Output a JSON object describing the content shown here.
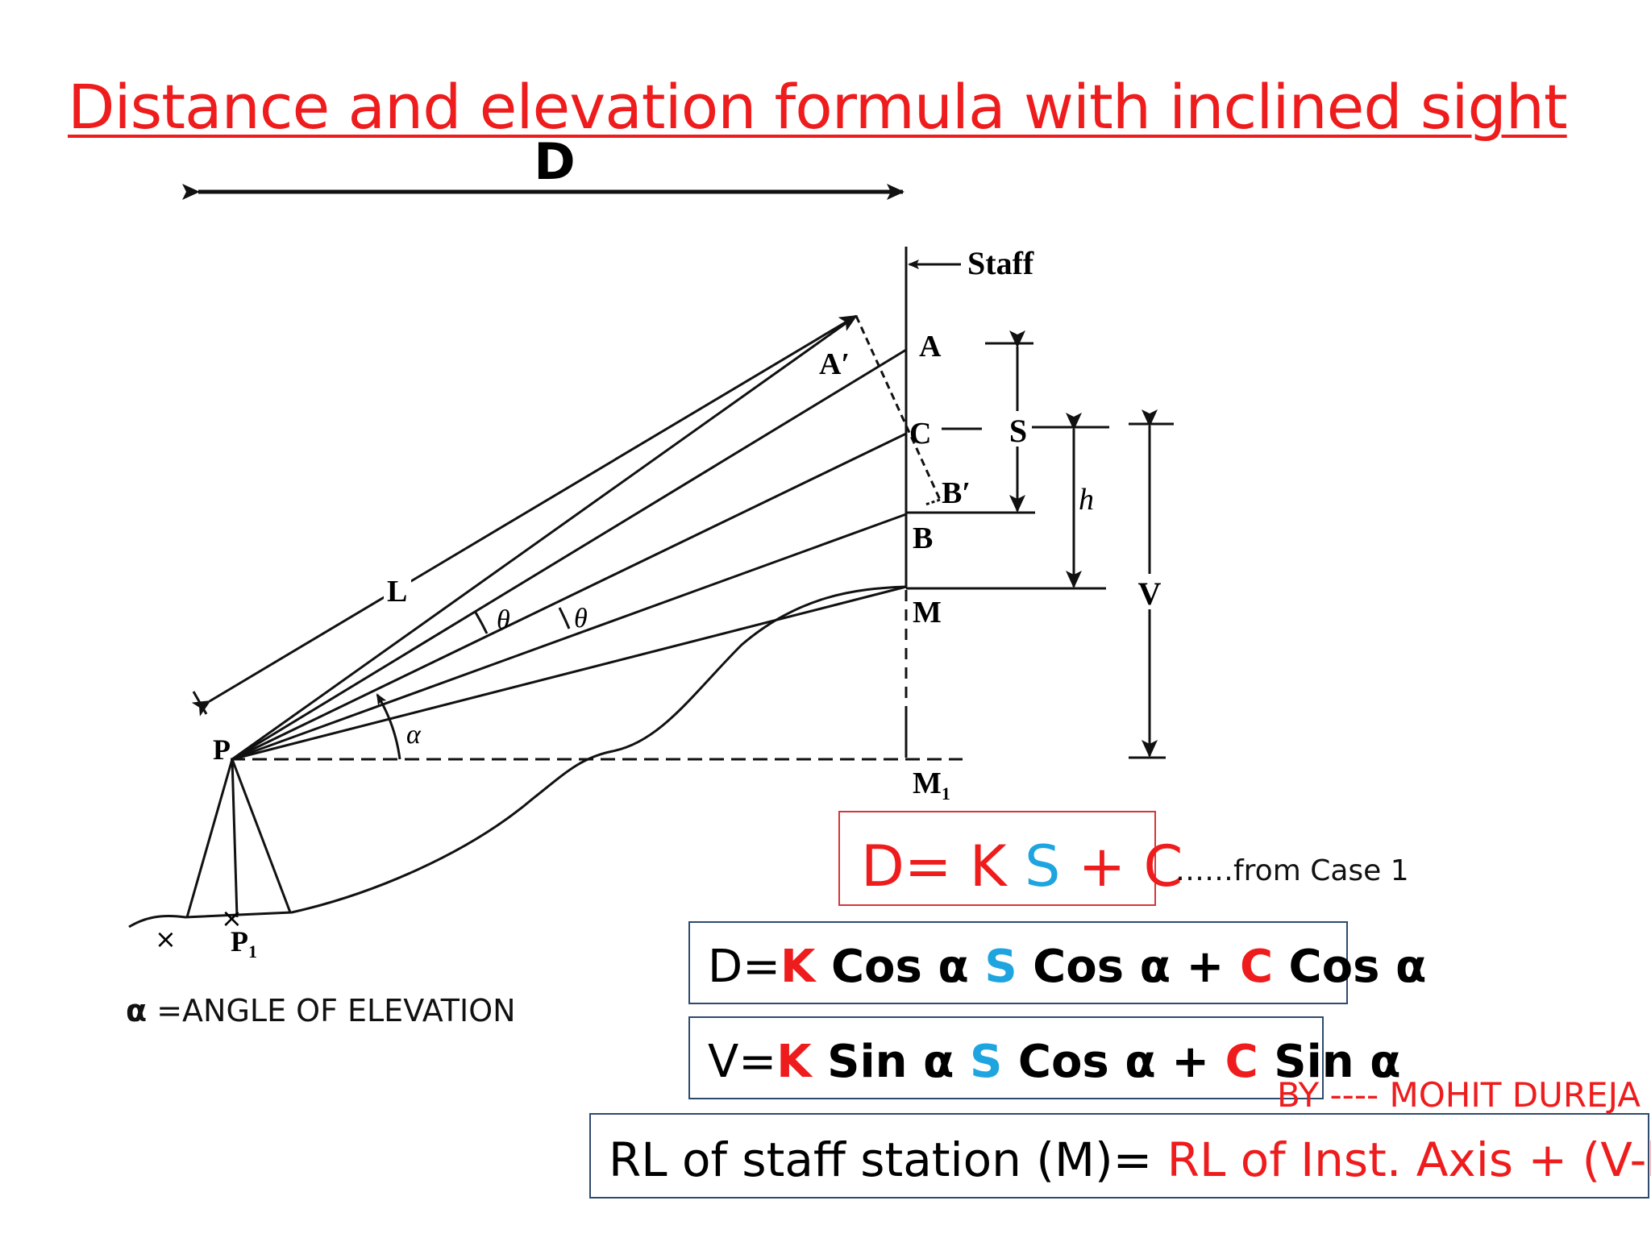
{
  "title": "Distance and elevation formula with inclined sight",
  "diagram": {
    "d_label": "D",
    "staff_label": "Staff",
    "point_a": "A",
    "point_a_prime": "A′",
    "point_c": "C",
    "point_b_prime": "B′",
    "point_b": "B",
    "point_m": "M",
    "point_m1": "M",
    "point_m1_sub": "1",
    "point_p": "P",
    "point_p1": "P",
    "point_p1_sub": "1",
    "label_l": "L",
    "theta1": "θ",
    "theta2": "θ",
    "alpha": "α",
    "label_s": "S",
    "label_h": "h",
    "label_v": "V",
    "cross1": "×",
    "cross2": "×"
  },
  "alpha_definition": {
    "symbol": "α",
    "text": " =ANGLE OF ELEVATION"
  },
  "formula1": {
    "p1": "D= K ",
    "p2": "S",
    "p3": " + C"
  },
  "formula1_note": "……from Case 1",
  "formula2": {
    "p1": "D=",
    "k": "K",
    "p2": " Cos α ",
    "s": "S",
    "p3": " Cos α + ",
    "c": "C",
    "p4": " Cos α"
  },
  "formula3": {
    "p1": "V=",
    "k": "K",
    "p2": " Sin α ",
    "s": "S",
    "p3": " Cos α + ",
    "c": "C",
    "p4": " Sin α"
  },
  "formula4": {
    "p1": "RL of staff station (M)=  ",
    "p2": "RL of Inst. Axis + (V-h)"
  },
  "author": "BY ---- MOHIT DUREJA",
  "colors": {
    "title": "#ee1c1c",
    "k_c": "#ee1c1c",
    "s": "#1ea5e0",
    "box_border": "#2e4a6e",
    "box1_border": "#d4373a"
  }
}
